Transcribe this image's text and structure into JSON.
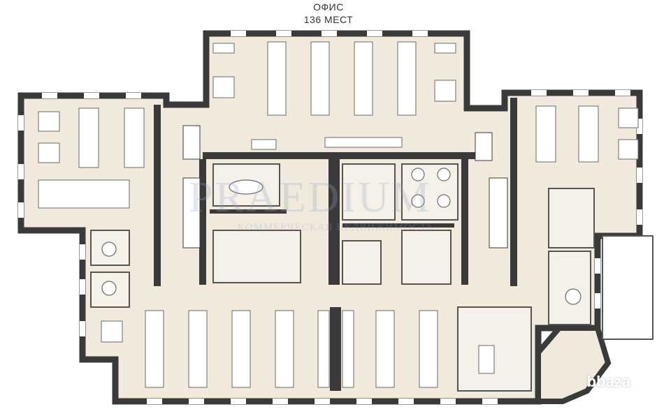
{
  "title": {
    "line1": "ОФИС",
    "line2": "136 МЕСТ"
  },
  "watermark": {
    "brand": "PRAEDIUM",
    "sub": "КОММЕРЧЕСКАЯ НЕДВИЖИМОСТЬ"
  },
  "badge": "bbaza",
  "colors": {
    "wall": "#3a3a3a",
    "floor": "#f1e9dc",
    "desk": "#ffffff",
    "line": "#6a6a6a",
    "window": "#ffffff"
  }
}
